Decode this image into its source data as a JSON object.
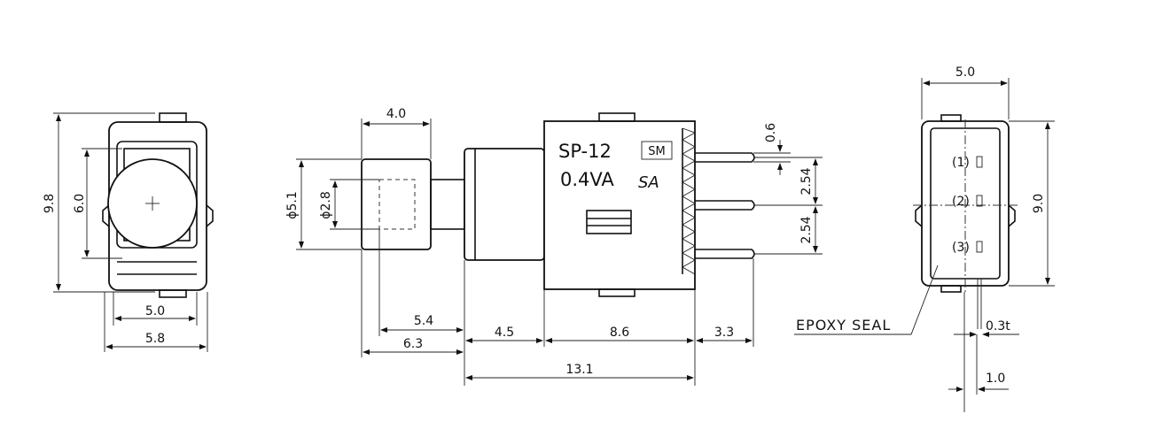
{
  "left_view": {
    "dims": {
      "height_outer": "9.8",
      "height_inner": "6.0",
      "width_inner": "5.0",
      "width_outer": "5.8"
    }
  },
  "side_view": {
    "dims": {
      "cap_width": "4.0",
      "cap_dia": "ϕ5.1",
      "shaft_dia": "ϕ2.8",
      "len_5_4": "5.4",
      "len_6_3": "6.3",
      "len_4_5": "4.5",
      "len_8_6": "8.6",
      "len_3_3": "3.3",
      "len_13_1": "13.1",
      "pin_width": "0.6",
      "pitch_1": "2.54",
      "pitch_2": "2.54"
    },
    "marking": {
      "model": "SP-12",
      "badge": "SM",
      "rating": "0.4VA",
      "logo": "SA"
    }
  },
  "right_view": {
    "dims": {
      "width": "5.0",
      "height": "9.0",
      "pin_thick": "0.3t",
      "pin_width": "1.0"
    },
    "pins": [
      "(1)",
      "(2)",
      "(3)"
    ],
    "seal_label": "EPOXY SEAL"
  }
}
